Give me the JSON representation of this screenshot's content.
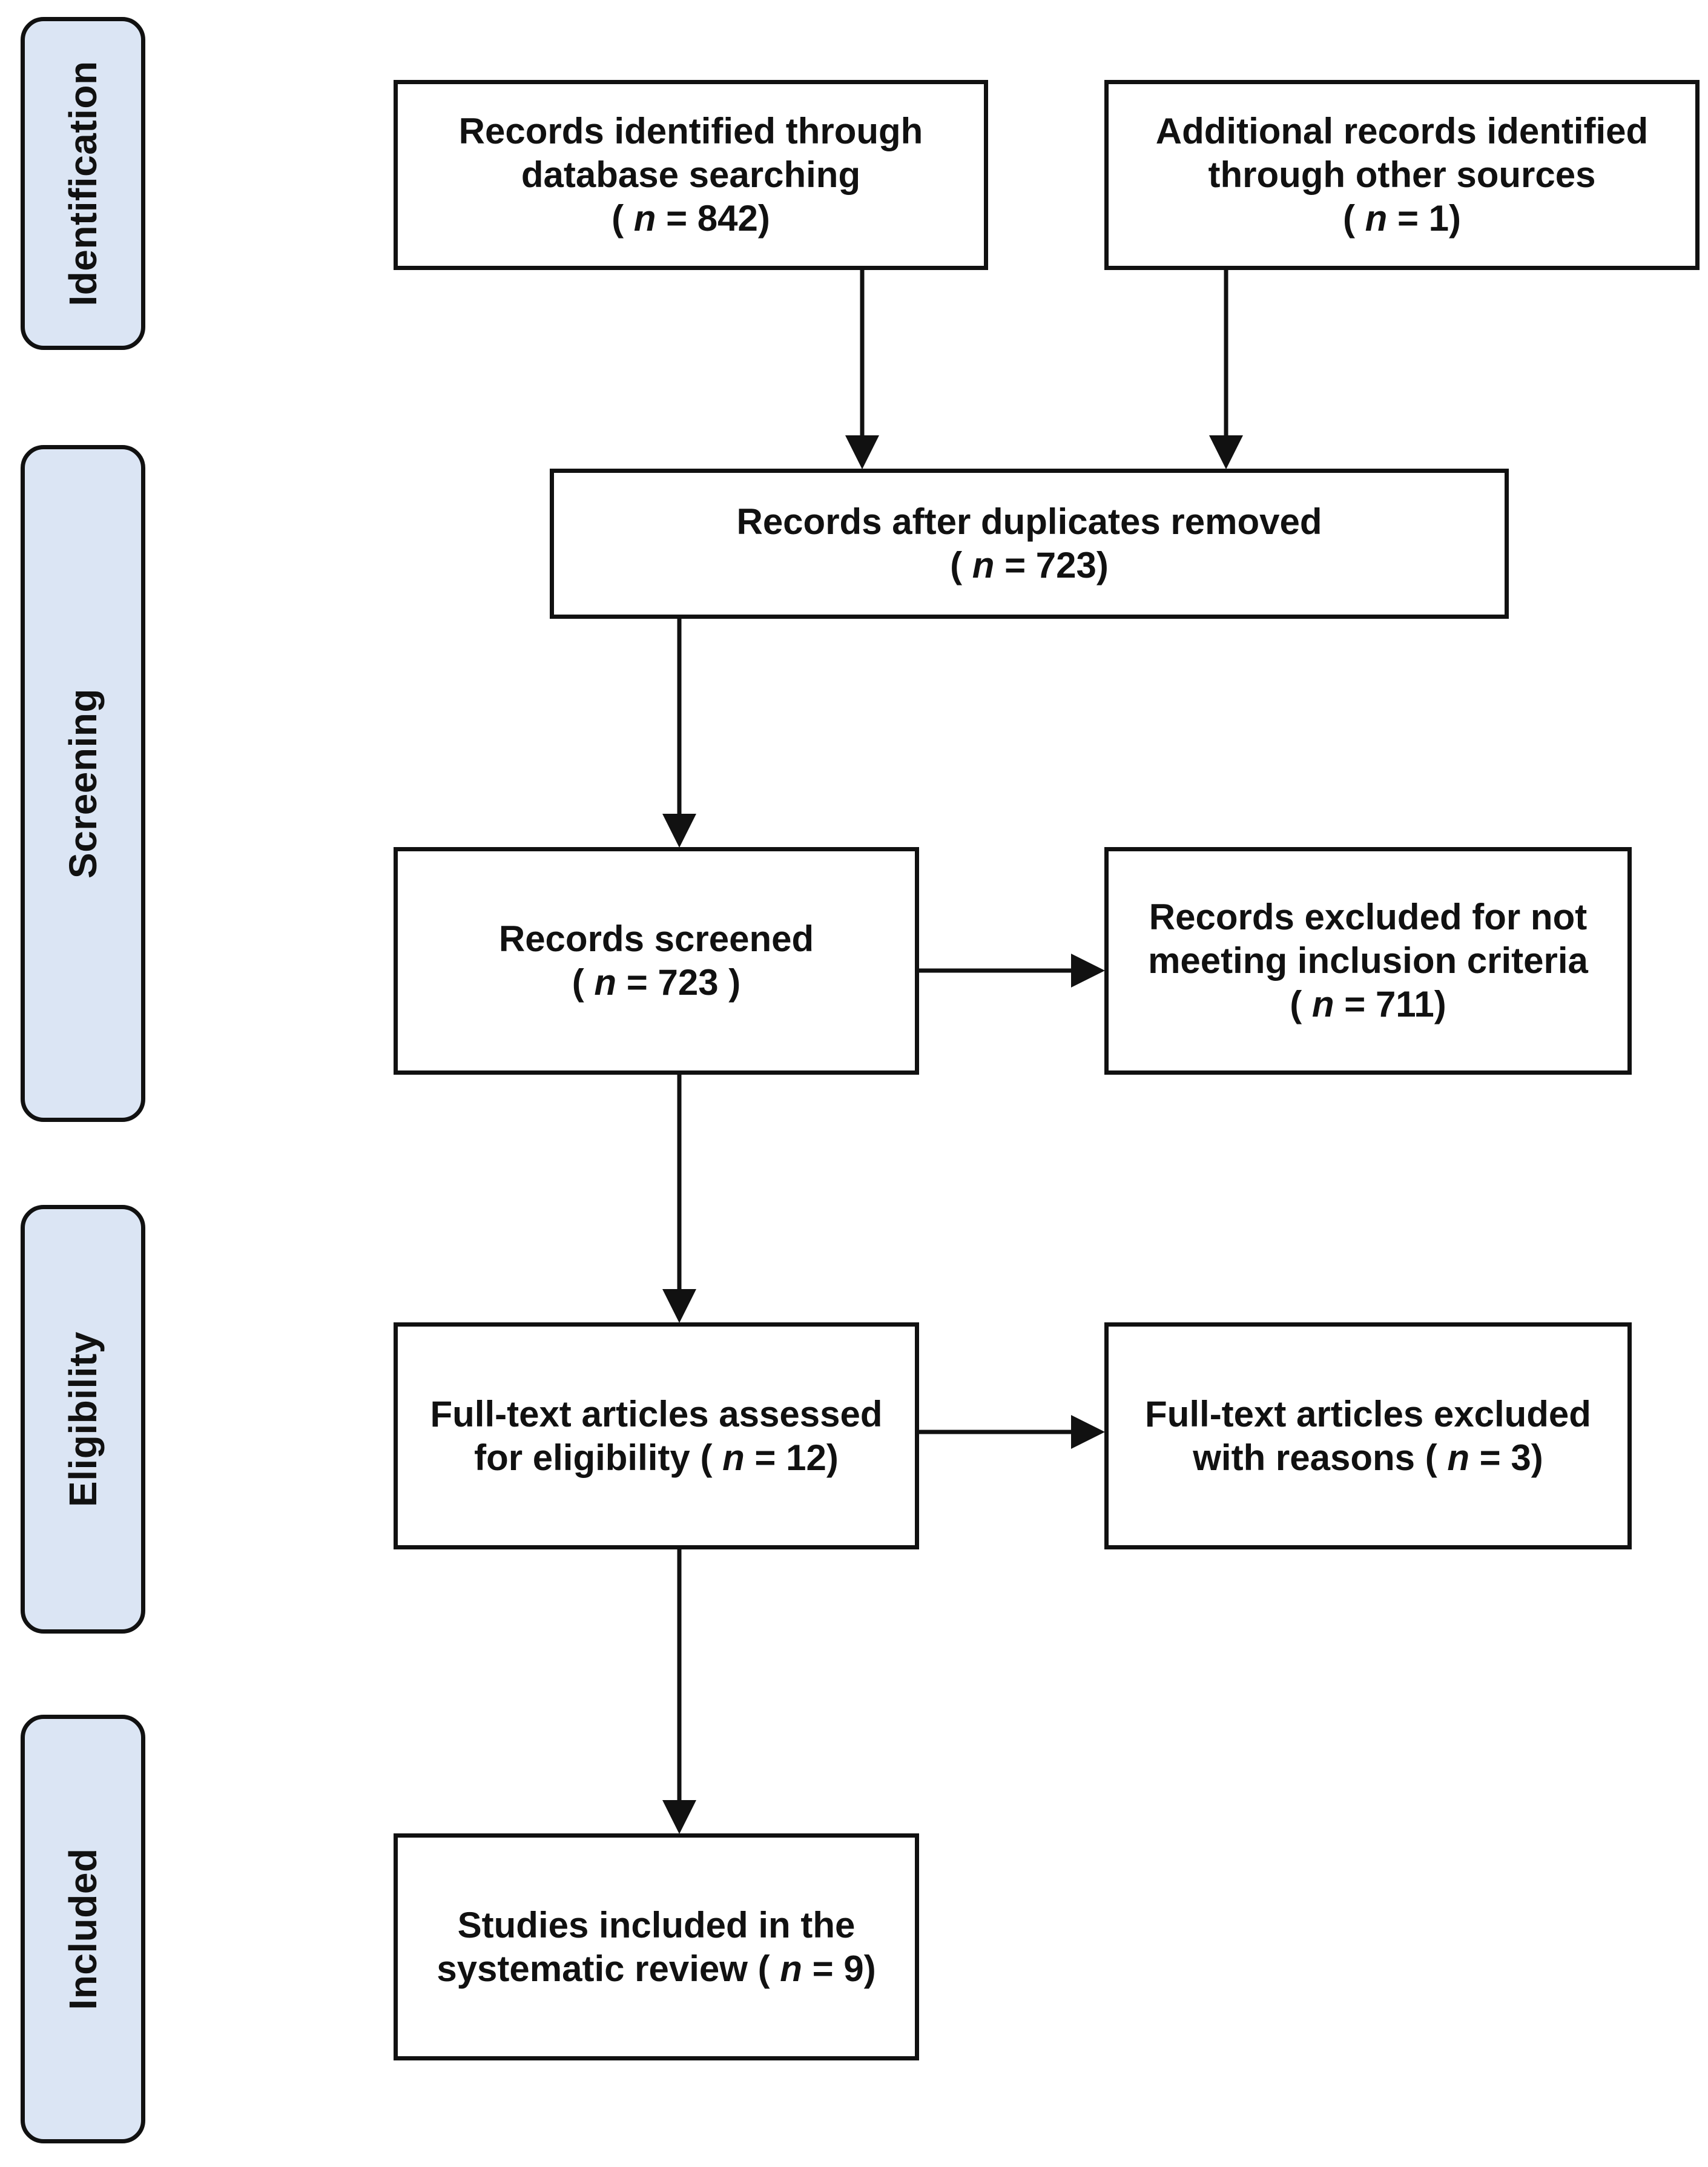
{
  "phases": {
    "identification": "Identification",
    "screening": "Screening",
    "eligibility": "Eligibility",
    "included": "Included"
  },
  "boxes": {
    "database": {
      "line1": "Records identified through",
      "line2": "database searching",
      "n_open": "( ",
      "n_letter": "n",
      "n_value": " = 842)"
    },
    "other_sources": {
      "line1": "Additional records identified",
      "line2": "through other sources",
      "n_open": "( ",
      "n_letter": "n",
      "n_value": " = 1)"
    },
    "duplicates_removed": {
      "line1": "Records after duplicates removed",
      "n_open": "( ",
      "n_letter": "n",
      "n_value": " = 723)"
    },
    "screened": {
      "line1": "Records screened",
      "n_open": "( ",
      "n_letter": "n",
      "n_value": " = 723 )"
    },
    "excluded": {
      "line1": "Records excluded for not",
      "line2": "meeting inclusion criteria",
      "n_open": "( ",
      "n_letter": "n",
      "n_value": " = 711)"
    },
    "full_text": {
      "line1": "Full-text articles assessed",
      "line2_prefix": "for eligibility ( ",
      "n_letter": "n",
      "n_value": " = 12)"
    },
    "full_text_excluded": {
      "line1": "Full-text articles excluded",
      "line2_prefix": "with reasons ( ",
      "n_letter": "n",
      "n_value": " = 3)"
    },
    "included": {
      "line1": "Studies included in the",
      "line2_prefix": "systematic review ( ",
      "n_letter": "n",
      "n_value": " = 9)"
    }
  },
  "colors": {
    "phase_fill": "#dbe5f4",
    "stroke": "#111111"
  }
}
